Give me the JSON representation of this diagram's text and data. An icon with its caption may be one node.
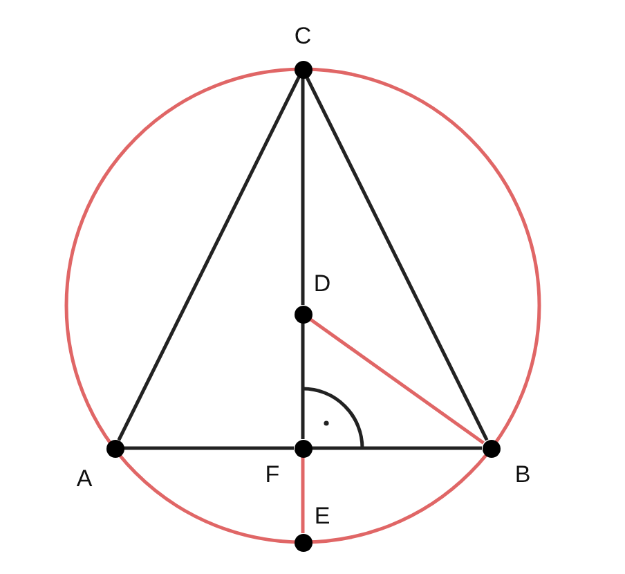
{
  "diagram": {
    "nodes": [
      {
        "text": [],
        "shape": "circle",
        "beside": [
          "C"
        ]
      },
      {
        "text": [],
        "shape": "circle",
        "beside": [
          "D"
        ]
      },
      {
        "text": [],
        "shape": "circle",
        "beside": [
          "A"
        ]
      },
      {
        "text": [],
        "shape": "circle",
        "beside": [
          "F"
        ]
      },
      {
        "text": [],
        "shape": "circle",
        "beside": [
          "B"
        ]
      },
      {
        "text": [],
        "shape": "circle",
        "beside": [
          "E"
        ]
      }
    ],
    "edges": [
      {
        "from": 0,
        "to": 2,
        "arrow": "none"
      },
      {
        "from": 0,
        "to": 4,
        "arrow": "none"
      },
      {
        "from": 2,
        "to": 3,
        "arrow": "none"
      },
      {
        "from": 3,
        "to": 4,
        "arrow": "none"
      },
      {
        "from": 0,
        "to": 1,
        "arrow": "none"
      },
      {
        "from": 1,
        "to": 3,
        "arrow": "none"
      },
      {
        "from": 1,
        "to": 4,
        "arrow": "none",
        "color": "#e06666"
      },
      {
        "from": 3,
        "to": 5,
        "arrow": "none",
        "color": "#e06666"
      }
    ]
  }
}
